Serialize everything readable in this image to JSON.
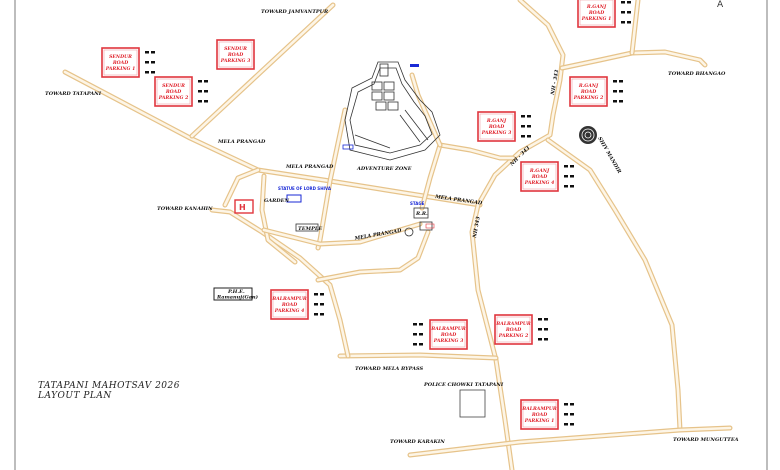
{
  "map": {
    "title_line1": "TATAPANI MAHOTSAV 2026",
    "title_line2": "LAYOUT PLAN",
    "compass": "A",
    "road_labels": {
      "toward_jamvantpur": "TOWARD JAMVANTPUR",
      "toward_tatapani": "TOWARD TATAPANI",
      "toward_kanahin": "TOWARD KANAHIN",
      "toward_bhangao": "TOWARD BHANGAO",
      "toward_mela_bypass": "TOWARD MELA BYPASS",
      "toward_karakin": "TOWARD KARAKIN",
      "toward_munguttea": "TOWARD MUNGUTTEA",
      "nh_upper": "NH - 343",
      "nh_middle": "NH - 343",
      "nh_lower": "NH 343"
    },
    "area_labels": {
      "mela_prangad_1": "MELA PRANGAD",
      "mela_prangad_2": "MELA PRANGAD",
      "mela_prangad_3": "MELA PRANGAD",
      "mela_prangad_4": "MELA PRANGAD",
      "adventure_zone": "ADVENTURE ZONE",
      "garden": "GARDEN",
      "temple": "TEMPLE",
      "shiv_mandir": "SHIV MANDIR",
      "police_chowki": "POLICE CHOWKI TATAPANI",
      "phe_line1": "P.H.E.",
      "phe_line2": "Ramanuj(Gan)",
      "statue": "STATUE OF LORD SHIVA",
      "stage_blue": "STAGE",
      "rr": "R.R."
    },
    "parkings": {
      "sendur_1": [
        "SENDUR",
        "ROAD",
        "PARKING 1"
      ],
      "sendur_2": [
        "SENDUR",
        "ROAD",
        "PARKING 2"
      ],
      "sendur_3": [
        "SENDUR",
        "ROAD",
        "PARKING 3"
      ],
      "rganj_1": [
        "R.GANJ",
        "ROAD",
        "PARKING 1"
      ],
      "rganj_2": [
        "R.GANJ",
        "ROAD",
        "PARKING 2"
      ],
      "rganj_3": [
        "R.GANJ",
        "ROAD",
        "PARKING 3"
      ],
      "rganj_4": [
        "R.GANJ",
        "ROAD",
        "PARKING 4"
      ],
      "balrampur_1": [
        "BALRAMPUR",
        "ROAD",
        "PARKING 1"
      ],
      "balrampur_2": [
        "BALRAMPUR",
        "ROAD",
        "PARKING 2"
      ],
      "balrampur_3": [
        "BALRAMPUR",
        "ROAD",
        "PARKING 3"
      ],
      "balrampur_4": [
        "BALRAMPUR",
        "ROAD",
        "PARKING 4"
      ]
    },
    "colors": {
      "road": "#e6c38a",
      "parking": "#e0353d",
      "blue_marker": "#1a2ad6"
    }
  }
}
